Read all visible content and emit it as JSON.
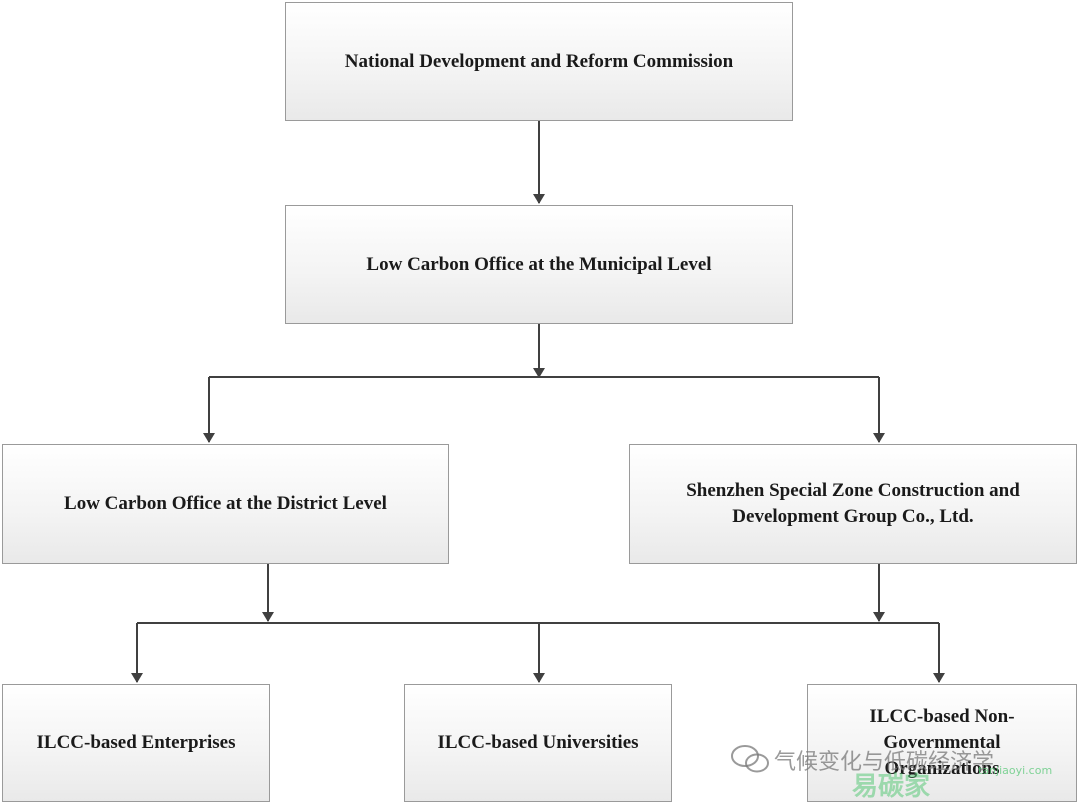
{
  "diagram": {
    "nodes": {
      "ndrc": "National Development and Reform Commission",
      "municipal": "Low Carbon Office at the Municipal Level",
      "district": "Low Carbon Office at the District Level",
      "shenzhen_line1": "Shenzhen Special Zone Construction and",
      "shenzhen_line2": "Development Group Co., Ltd.",
      "enterprises": "ILCC-based Enterprises",
      "universities": "ILCC-based Universities",
      "ngo_line1": "ILCC-based Non-",
      "ngo_line2": "Governmental",
      "ngo_line3": "Organizations"
    },
    "colors": {
      "line": "#404040",
      "box_border": "#9a9a9a",
      "text": "#1a1a1a"
    }
  },
  "watermark": {
    "channel_text": "气候变化与低碳经济学",
    "logo_text": "易碳家",
    "url_text": "tanjiaoyi.com",
    "icon": "wechat-icon"
  }
}
